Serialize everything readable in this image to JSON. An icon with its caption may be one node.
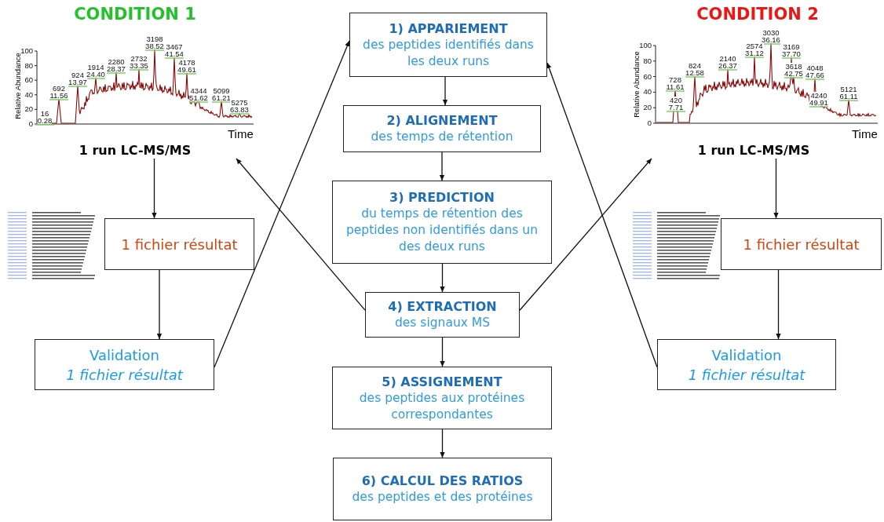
{
  "diagram": {
    "nodes": [
      {
        "text": [
          "1) APPARIEMENT",
          "des peptides identifiés dans les deux runs"
        ]
      },
      {
        "text": [
          "1 run LC-MS/MS"
        ]
      },
      {
        "text": [
          "1 run LC-MS/MS"
        ]
      },
      {
        "text": [
          "2) ALIGNEMENT",
          "des temps de rétention"
        ]
      },
      {
        "text": [
          "3) PREDICTION",
          "du temps de rétention des peptides non identifiés dans un des deux runs"
        ]
      },
      {
        "text": [
          "1 fichier résultat"
        ]
      },
      {
        "text": [
          "1 fichier résultat"
        ]
      },
      {
        "text": [
          "4) EXTRACTION",
          "des signaux MS"
        ]
      },
      {
        "text": [
          "Validation",
          "1 fichier résultat"
        ]
      },
      {
        "text": [
          "Validation",
          "1 fichier résultat"
        ]
      },
      {
        "text": [
          "5) ASSIGNEMENT",
          "des peptides aux protéines correspondantes"
        ]
      },
      {
        "text": [
          "6) CALCUL DES RATIOS",
          "des peptides et des protéines"
        ]
      }
    ],
    "edges": [
      {
        "from": 1,
        "to": 5,
        "arrow": "to"
      },
      {
        "from": 5,
        "to": 8,
        "arrow": "to"
      },
      {
        "from": 2,
        "to": 6,
        "arrow": "to"
      },
      {
        "from": 6,
        "to": 9,
        "arrow": "to"
      },
      {
        "from": 0,
        "to": 3,
        "arrow": "to"
      },
      {
        "from": 3,
        "to": 4,
        "arrow": "to"
      },
      {
        "from": 4,
        "to": 7,
        "arrow": "to"
      },
      {
        "from": 7,
        "to": 10,
        "arrow": "to"
      },
      {
        "from": 10,
        "to": 11,
        "arrow": "to"
      },
      {
        "from": 7,
        "to": 1,
        "arrow": "to"
      },
      {
        "from": 7,
        "to": 2,
        "arrow": "to"
      },
      {
        "from": 8,
        "to": 0,
        "arrow": "to"
      },
      {
        "from": 9,
        "to": 0,
        "arrow": "to"
      }
    ],
    "labels": [
      "CONDITION 1",
      "CONDITION 2",
      "100",
      "80",
      "60",
      "40",
      "20",
      "0",
      "Relative Abundance",
      "16 0.28",
      "692 11.56",
      "924 13.97",
      "1914 24.40",
      "2280 28.37",
      "2732 33.35",
      "3198 38.52",
      "3467 41.54",
      "4178 49.61",
      "4344 51.62",
      "5099 61.21",
      "5275 63.83",
      "Time",
      "100",
      "80",
      "60",
      "40",
      "20",
      "0",
      "Relative Abundance",
      "420 7.71",
      "728 11.61",
      "824 12.58",
      "2140 26.37",
      "2574 31.12",
      "3030 36.16",
      "3169 37.70",
      "3618 42.75",
      "4048 47.66",
      "4240 49.91",
      "5121 61.11",
      "Time"
    ]
  }
}
